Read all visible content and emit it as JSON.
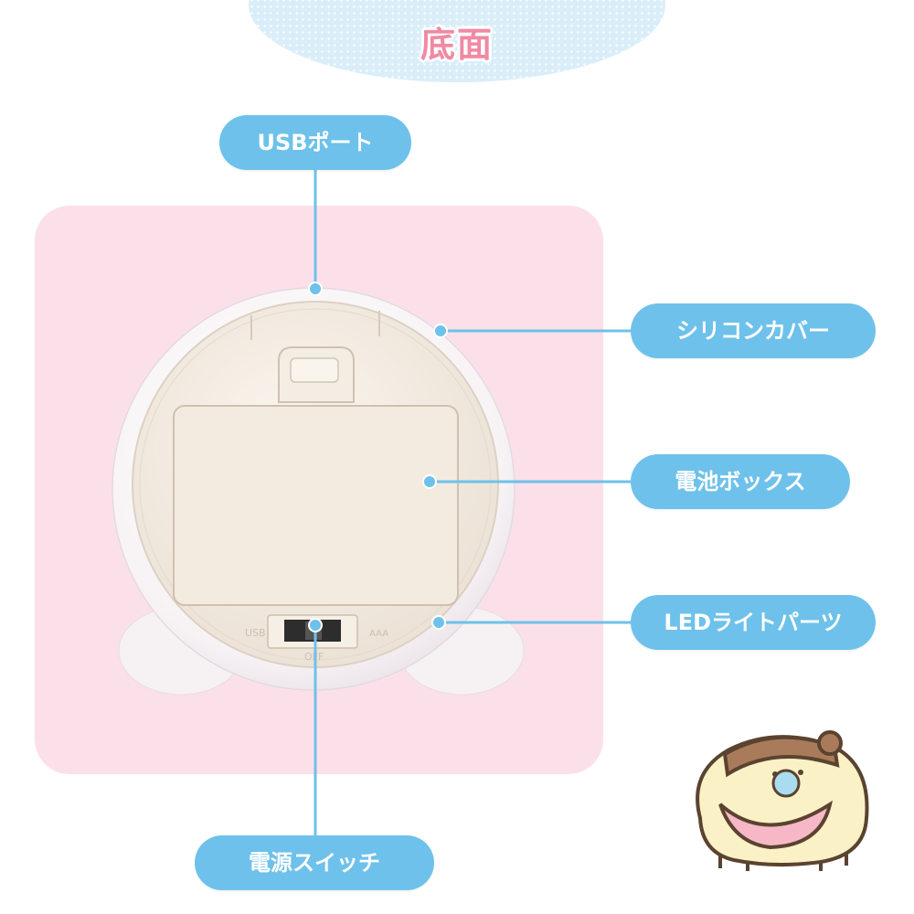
{
  "title": "底面",
  "labels": {
    "usb_port": "USBポート",
    "silicone_cover": "シリコンカバー",
    "battery_box": "電池ボックス",
    "led_light_parts": "LEDライトパーツ",
    "power_switch": "電源スイッチ"
  },
  "device_markings": {
    "usb": "USB",
    "off": "OFF",
    "aaa": "AAA"
  },
  "colors": {
    "accent_blue": "#6ec1ea",
    "title_pink": "#f08aa3",
    "panel_pink": "#fbe0ea"
  }
}
